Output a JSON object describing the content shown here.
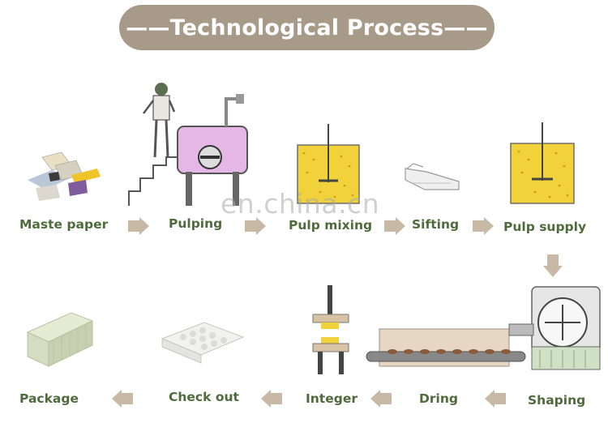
{
  "title": "——Technological Process——",
  "watermark": "en.china.cn",
  "steps_row1": [
    "Maste paper",
    "Pulping",
    "Pulp mixing",
    "Sifting",
    "Pulp supply"
  ],
  "steps_row2": [
    "Shaping",
    "Dring",
    "Integer",
    "Check out",
    "Package"
  ],
  "icons": [
    "waste-paper-icon",
    "pulping-tank-icon",
    "mixing-tank-icon",
    "sifting-screen-icon",
    "supply-tank-icon",
    "molding-machine-icon",
    "drying-line-icon",
    "press-icon",
    "egg-tray-icon",
    "package-bundle-icon",
    "arrow-right-icon",
    "arrow-left-icon",
    "arrow-down-icon"
  ],
  "colors": {
    "banner": "#a79a88",
    "label": "#4e6b3c",
    "arrow": "#c8b8a6",
    "pulp": "#f1d23a"
  }
}
